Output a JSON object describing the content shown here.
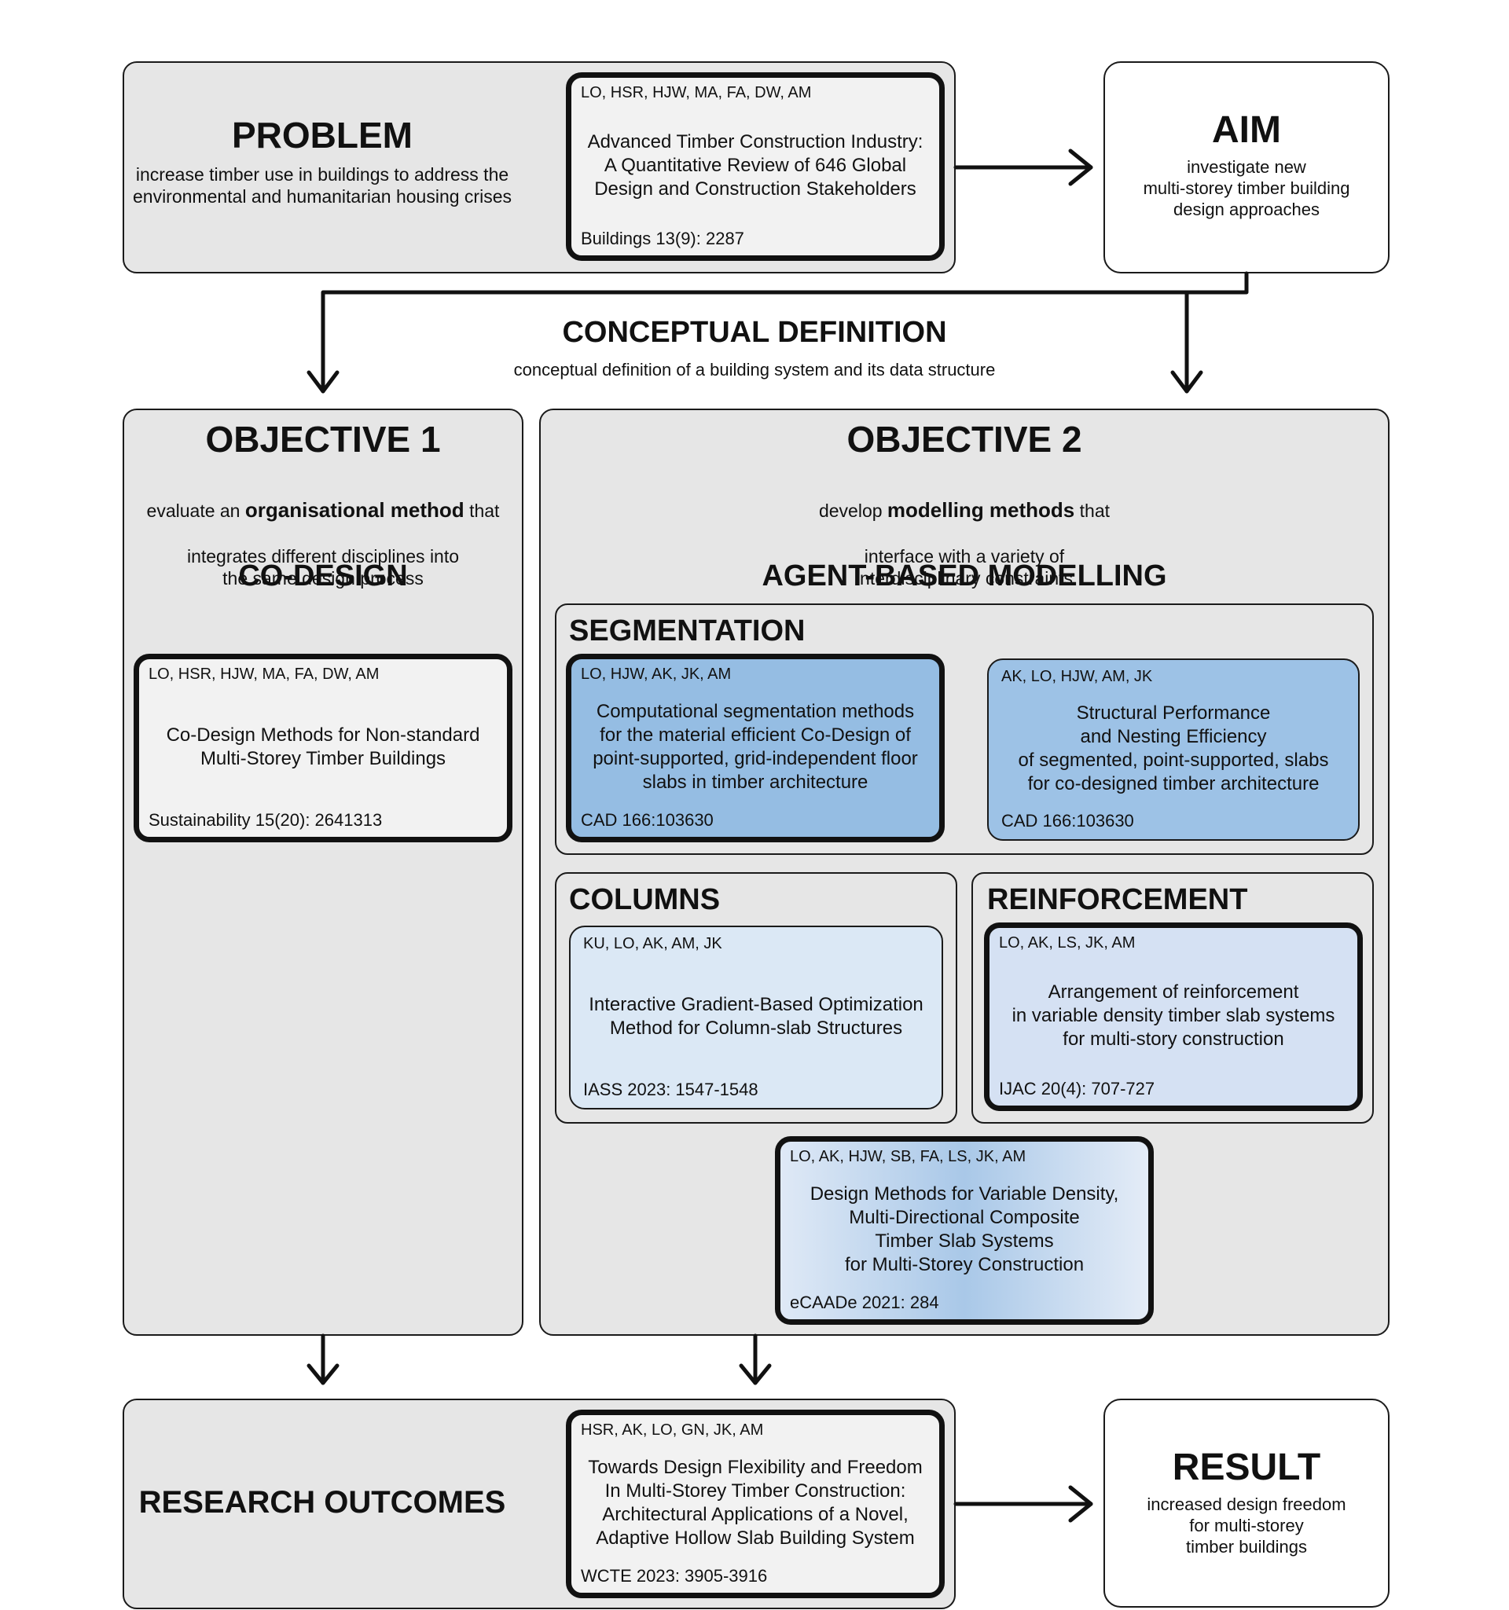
{
  "problem": {
    "title": "PROBLEM",
    "description": "increase timber use in buildings to address the\nenvironmental and humanitarian housing crises",
    "paper": {
      "authors": "LO, HSR, HJW, MA, FA, DW, AM",
      "title": "Advanced Timber Construction Industry:\nA Quantitative Review of 646 Global\nDesign and Construction Stakeholders",
      "venue": "Buildings 13(9): 2287"
    }
  },
  "aim": {
    "title": "AIM",
    "description": "investigate new\nmulti-storey timber building\ndesign approaches"
  },
  "conceptual": {
    "title": "CONCEPTUAL DEFINITION",
    "description": "conceptual definition of a building system and its data structure"
  },
  "objective1": {
    "title": "OBJECTIVE 1",
    "desc_pre": "evaluate an ",
    "desc_bold": "organisational method",
    "desc_post": " that",
    "desc_rest": "integrates different disciplines into\nthe same design process",
    "method": "CO-DESIGN",
    "paper": {
      "authors": "LO, HSR, HJW, MA, FA, DW, AM",
      "title": "Co-Design Methods for Non-standard\nMulti-Storey Timber Buildings",
      "venue": "Sustainability 15(20): 2641313"
    }
  },
  "objective2": {
    "title": "OBJECTIVE 2",
    "desc_pre": "develop ",
    "desc_bold": "modelling methods",
    "desc_post": " that",
    "desc_rest": "interface with a variety of\ninterdisciplinary constraints",
    "method": "AGENT-BASED MODELLING",
    "segmentation": {
      "label": "SEGMENTATION",
      "paper1": {
        "authors": "LO, HJW, AK, JK, AM",
        "title": "Computational segmentation methods\nfor the material efficient Co-Design of\npoint-supported, grid-independent floor\nslabs in timber architecture",
        "venue": "CAD 166:103630"
      },
      "paper2": {
        "authors": "AK, LO, HJW, AM, JK",
        "title": "Structural Performance\nand Nesting Efficiency\nof segmented, point-supported, slabs\nfor co-designed timber architecture",
        "venue": "CAD 166:103630"
      }
    },
    "columns": {
      "label": "COLUMNS",
      "paper": {
        "authors": "KU, LO, AK, AM, JK",
        "title": "Interactive Gradient-Based Optimization\nMethod for Column-slab Structures",
        "venue": "IASS 2023: 1547-1548"
      }
    },
    "reinforcement": {
      "label": "REINFORCEMENT",
      "paper": {
        "authors": "LO, AK, LS, JK, AM",
        "title": "Arrangement of reinforcement\nin variable density timber slab systems\nfor multi-story construction",
        "venue": "IJAC 20(4): 707-727"
      }
    },
    "combined": {
      "authors": "LO, AK, HJW, SB, FA, LS, JK, AM",
      "title": "Design Methods for Variable Density,\nMulti-Directional Composite\nTimber Slab Systems\nfor Multi-Storey Construction",
      "venue": "eCAADe 2021: 284"
    }
  },
  "outcomes": {
    "title": "RESEARCH OUTCOMES",
    "paper": {
      "authors": "HSR, AK, LO, GN, JK, AM",
      "title": "Towards Design Flexibility and Freedom\nIn Multi-Storey Timber Construction:\nArchitectural Applications of a Novel,\nAdaptive Hollow Slab Building System",
      "venue": "WCTE 2023: 3905-3916"
    }
  },
  "result": {
    "title": "RESULT",
    "description": "increased design freedom\nfor multi-storey\ntimber buildings"
  }
}
